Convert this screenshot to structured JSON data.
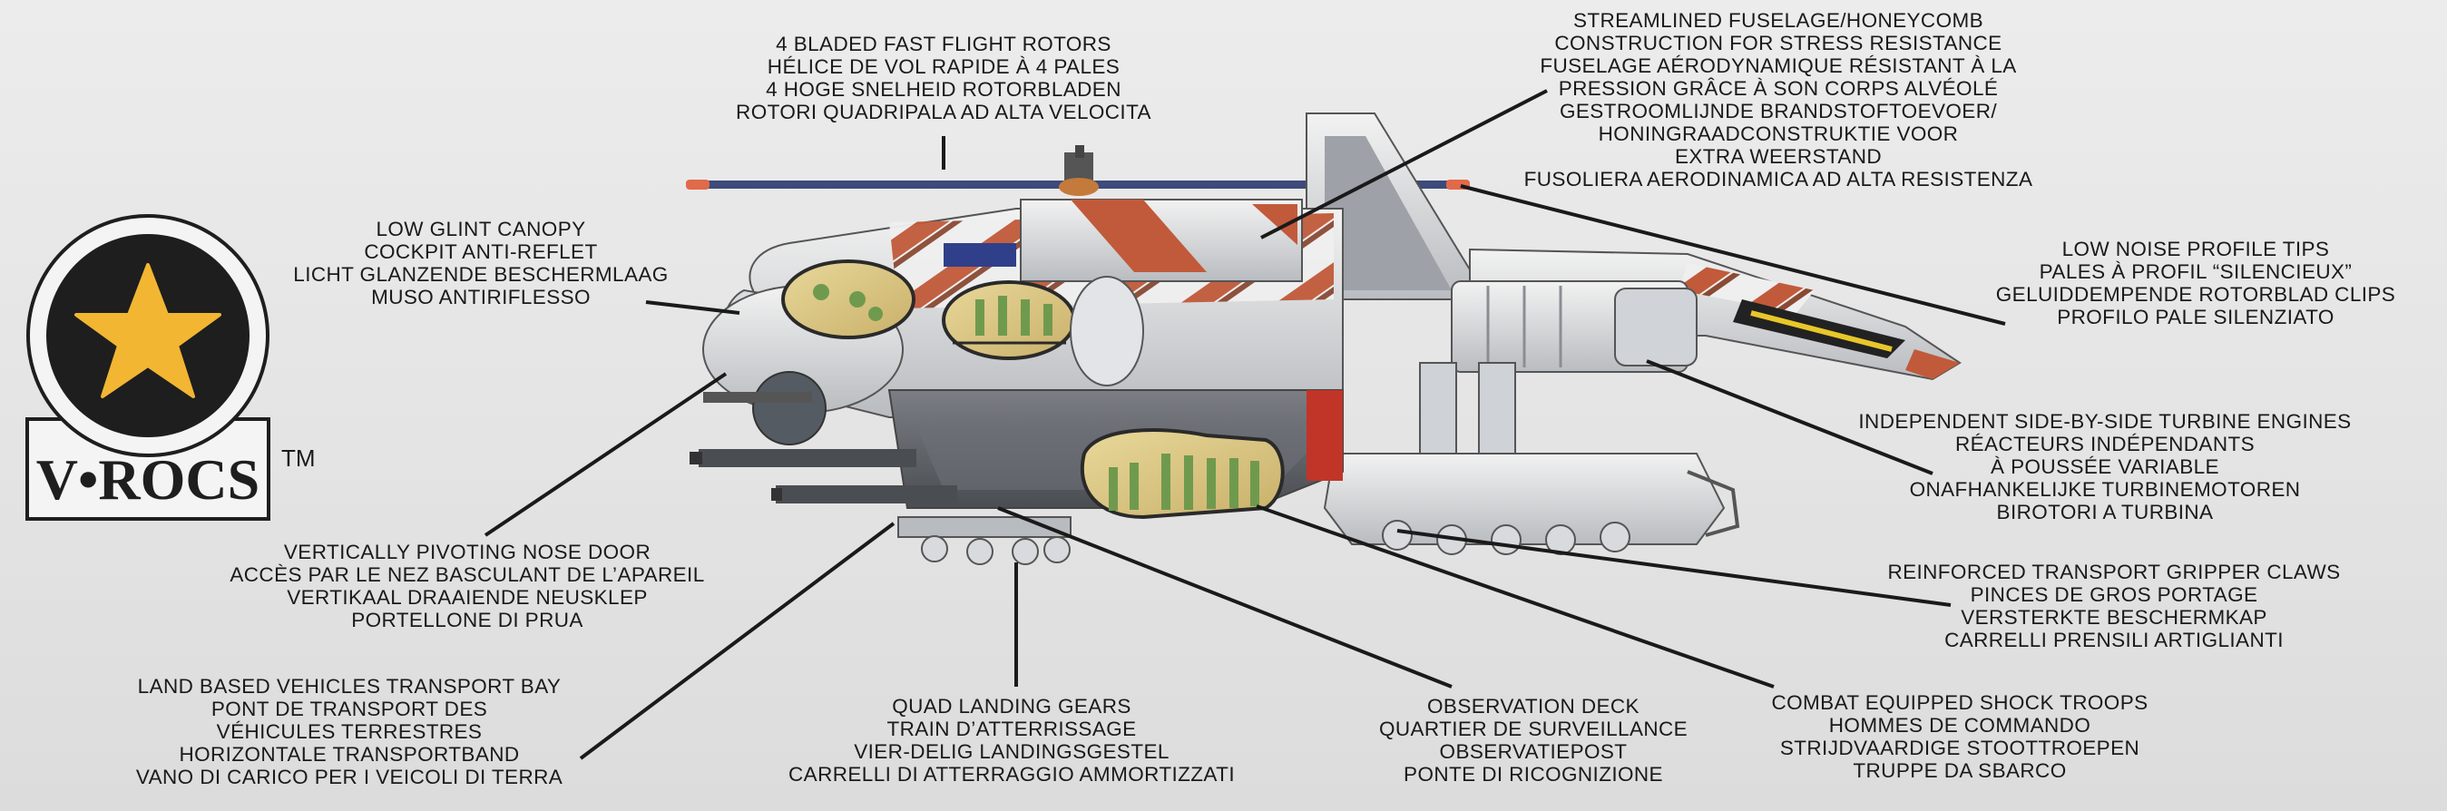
{
  "logo": {
    "name": "V•ROCS",
    "trademark": "TM",
    "star_color": "#f2b632",
    "ring_color": "#1e1e1e"
  },
  "callouts": {
    "rotors": [
      "4 BLADED FAST FLIGHT ROTORS",
      "HÉLICE DE VOL RAPIDE À 4 PALES",
      "4 HOGE SNELHEID ROTORBLADEN",
      "ROTORI QUADRIPALA AD ALTA VELOCITA"
    ],
    "fuselage": [
      "STREAMLINED FUSELAGE/HONEYCOMB",
      "CONSTRUCTION FOR STRESS RESISTANCE",
      "FUSELAGE AÉRODYNAMIQUE RÉSISTANT À LA",
      "PRESSION GRÂCE À SON CORPS ALVÉOLÉ",
      "GESTROOMLIJNDE BRANDSTOFTOEVOER/",
      "HONINGRAADCONSTRUKTIE VOOR",
      "EXTRA WEERSTAND",
      "FUSOLIERA AERODINAMICA AD ALTA RESISTENZA"
    ],
    "canopy": [
      "LOW GLINT CANOPY",
      "COCKPIT ANTI-REFLET",
      "LICHT GLANZENDE BESCHERMLAAG",
      "MUSO ANTIRIFLESSO"
    ],
    "tips": [
      "LOW NOISE PROFILE TIPS",
      "PALES À PROFIL “SILENCIEUX”",
      "GELUIDDEMPENDE ROTORBLAD CLIPS",
      "PROFILO PALE SILENZIATO"
    ],
    "turbines": [
      "INDEPENDENT SIDE-BY-SIDE TURBINE ENGINES",
      "RÉACTEURS INDÉPENDANTS",
      "À POUSSÉE VARIABLE",
      "ONAFHANKELIJKE TURBINEMOTOREN",
      "BIROTORI A TURBINA"
    ],
    "nose_door": [
      "VERTICALLY PIVOTING NOSE DOOR",
      "ACCÈS PAR LE NEZ BASCULANT DE L’APAREIL",
      "VERTIKAAL DRAAIENDE NEUSKLEP",
      "PORTELLONE DI PRUA"
    ],
    "claws": [
      "REINFORCED TRANSPORT GRIPPER CLAWS",
      "PINCES DE GROS PORTAGE",
      "VERSTERKTE BESCHERMKAP",
      "CARRELLI PRENSILI ARTIGLIANTI"
    ],
    "transport_bay": [
      "LAND BASED VEHICLES TRANSPORT BAY",
      "PONT DE TRANSPORT DES",
      "VÉHICULES TERRESTRES",
      "HORIZONTALE TRANSPORTBAND",
      "VANO DI CARICO PER I VEICOLI DI TERRA"
    ],
    "landing_gears": [
      "QUAD LANDING GEARS",
      "TRAIN D’ATTERRISSAGE",
      "VIER-DELIG LANDINGSGESTEL",
      "CARRELLI DI ATTERRAGGIO AMMORTIZZATI"
    ],
    "observation": [
      "OBSERVATION DECK",
      "QUARTIER DE SURVEILLANCE",
      "OBSERVATIEPOST",
      "PONTE DI RICOGNIZIONE"
    ],
    "troops": [
      "COMBAT EQUIPPED SHOCK TROOPS",
      "HOMMES DE COMMANDO",
      "STRIJDVAARDIGE STOOTTROEPEN",
      "TRUPPE DA SBARCO"
    ]
  }
}
